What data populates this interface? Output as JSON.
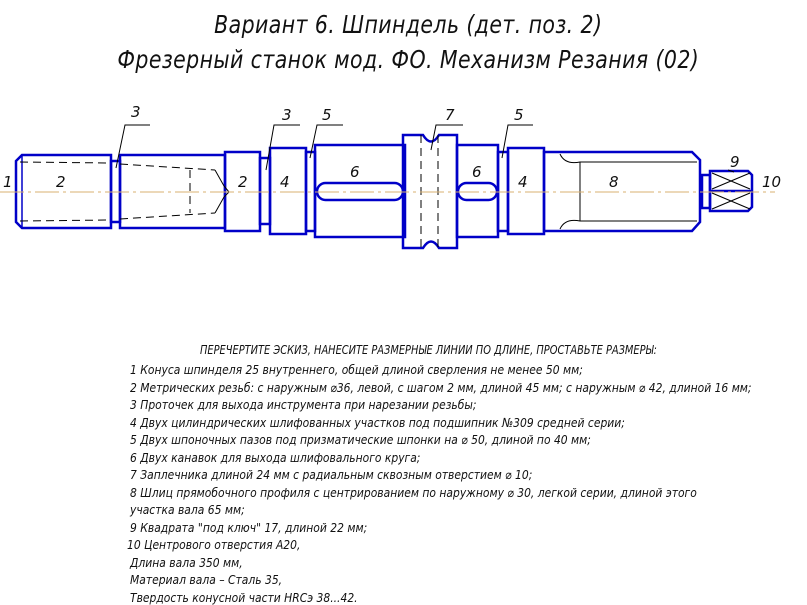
{
  "title": {
    "line1": "Вариант 6. Шпиндель (дет. поз. 2)",
    "line2": "Фрезерный станок мод. ФО. Механизм Резания (02)"
  },
  "drawing": {
    "labels": [
      "1",
      "2",
      "3",
      "2",
      "4",
      "3",
      "5",
      "6",
      "7",
      "6",
      "5",
      "4",
      "8",
      "9",
      "10"
    ],
    "line_color": "#0000c8",
    "axis_color": "#d8b070"
  },
  "instructions": {
    "heading": "ПЕРЕЧЕРТИТЕ ЭСКИЗ, НАНЕСИТЕ РАЗМЕРНЫЕ ЛИНИИ ПО ДЛИНЕ, ПРОСТАВЬТЕ РАЗМЕРЫ:",
    "lines": [
      "1 Конуса шпинделя 25 внутреннего, общей длиной сверления не менее 50 мм;",
      "2 Метрических резьб: с наружным ⌀36, левой, с шагом 2 мм, длиной 45 мм; с наружным ⌀ 42, длиной 16 мм;",
      "3 Проточек для выхода инструмента  при нарезании резьбы;",
      "4 Двух цилиндрических шлифованных участков под подшипник №309 средней серии;",
      "5 Двух шпоночных пазов под призматические шпонки на ⌀ 50, длиной по 40 мм;",
      "6 Двух канавок для выхода шлифовального круга;",
      "7 Заплечника длиной 24 мм с радиальным сквозным отверстием ⌀ 10;",
      "8 Шлиц прямобочного профиля с центрированием  по наружному ⌀ 30, легкой серии, длиной этого",
      "   участка вала 65 мм;",
      "9 Квадрата \"под ключ\" 17, длиной 22 мм;",
      "10 Центрового отверстия А20,",
      "   Длина вала 350 мм,",
      "   Материал вала – Сталь 35,",
      "   Твердость конусной части HRCэ 38...42."
    ]
  }
}
